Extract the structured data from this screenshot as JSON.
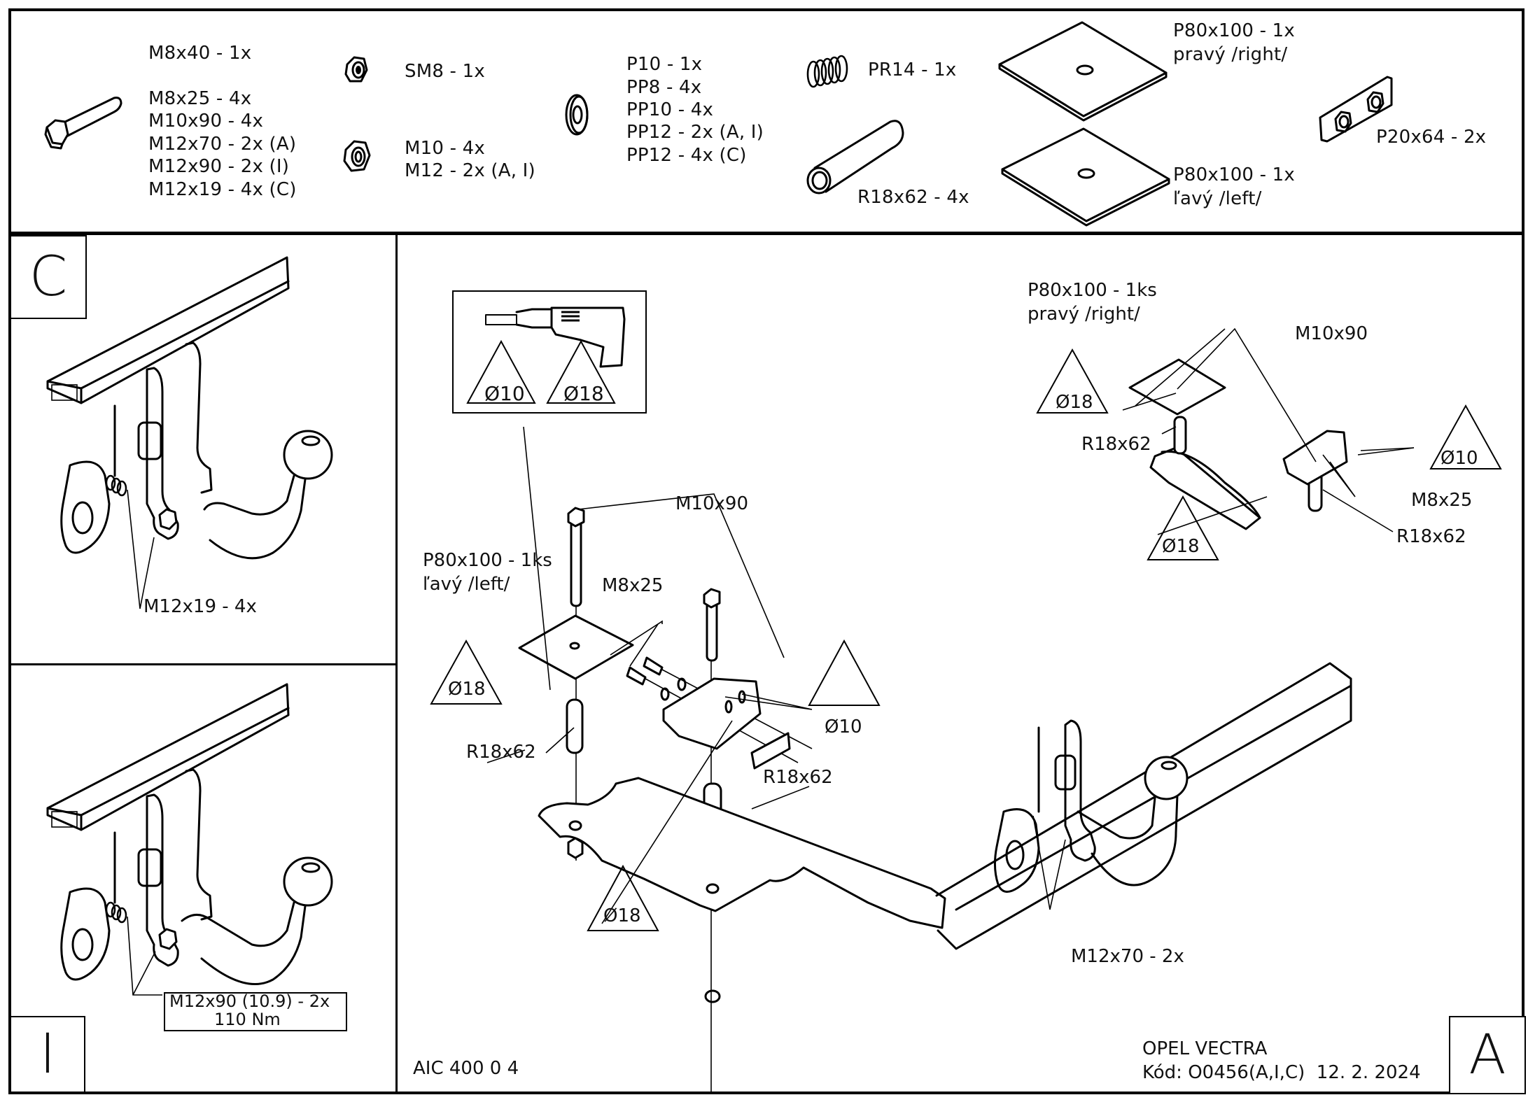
{
  "parts_list": {
    "bolts": {
      "icon": "hex-bolt-icon",
      "items": [
        "M8x40 - 1x",
        "M8x25 - 4x",
        "M10x90 - 4x",
        "M12x70 - 2x (A)",
        "M12x90 - 2x (I)",
        "M12x19 - 4x (C)"
      ]
    },
    "self_locking_nut": {
      "icon": "self-locking-nut-icon",
      "items": [
        "SM8 - 1x"
      ]
    },
    "nuts": {
      "icon": "hex-nut-icon",
      "items": [
        "M10 - 4x",
        "M12 - 2x (A, I)"
      ]
    },
    "washers": {
      "icon": "washer-icon",
      "items": [
        "P10 - 1x",
        "PP8 - 4x",
        "PP10 - 4x",
        "PP12 - 2x (A, I)",
        "PP12 - 4x (C)"
      ]
    },
    "spring": {
      "icon": "spring-icon",
      "items": [
        "PR14 - 1x"
      ]
    },
    "tube": {
      "icon": "tube-spacer-icon",
      "items": [
        "R18x62 - 4x"
      ]
    },
    "plate_right": {
      "icon": "square-plate-icon",
      "items": [
        "P80x100 - 1x",
        "pravý /right/"
      ]
    },
    "plate_left": {
      "icon": "square-plate-icon",
      "items": [
        "P80x100 - 1x",
        "ľavý /left/"
      ]
    },
    "nut_plate": {
      "icon": "nut-plate-icon",
      "items": [
        "P20x64 - 2x"
      ]
    }
  },
  "variant_c": {
    "letter": "C",
    "callout": "M12x19 - 4x"
  },
  "variant_i": {
    "letter": "I",
    "callout_line1": "M12x90 (10.9) - 2x",
    "callout_line2": "110 Nm"
  },
  "main": {
    "drill_box": {
      "icon": "drill-icon",
      "hole1": "Ø10",
      "hole2": "Ø18"
    },
    "labels": {
      "left_plate_1": "P80x100 - 1ks",
      "left_plate_2": "ľavý /left/",
      "m10x90_left": "M10x90",
      "m8x25_left": "M8x25",
      "dia18_left_plate": "Ø18",
      "r18x62_left_a": "R18x62",
      "r18x62_left_b": "R18x62",
      "dia10_left": "Ø10",
      "dia18_left_bottom": "Ø18",
      "right_plate_1": "P80x100 - 1ks",
      "right_plate_2": "pravý /right/",
      "m10x90_right": "M10x90",
      "dia18_right_top": "Ø18",
      "r18x62_right_a": "R18x62",
      "dia10_right": "Ø10",
      "m8x25_right": "M8x25",
      "r18x62_right_b": "R18x62",
      "dia18_right_bottom": "Ø18",
      "m12x70": "M12x70 - 2x"
    },
    "letter": "A"
  },
  "footer": {
    "product_code": "AIC 400 0 4",
    "vehicle": "OPEL VECTRA",
    "code_line": "Kód: O0456(A,I,C)  12. 2. 2024"
  }
}
